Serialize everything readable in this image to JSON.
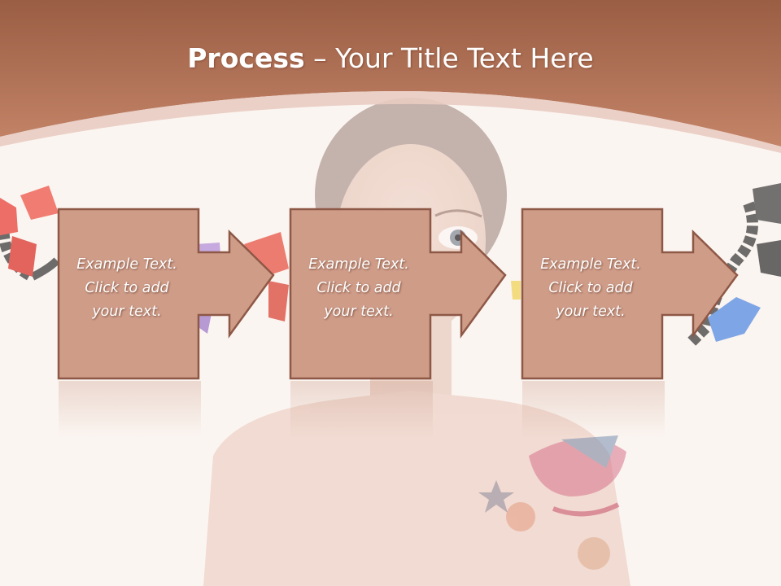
{
  "title": {
    "bold": "Process",
    "rest": " – Your Title Text Here"
  },
  "steps": [
    {
      "line1": "Example Text.",
      "line2": "Click  to add",
      "line3": "your text."
    },
    {
      "line1": "Example Text.",
      "line2": "Click  to add",
      "line3": "your text."
    },
    {
      "line1": "Example Text.",
      "line2": "Click  to add",
      "line3": "your text."
    }
  ],
  "colors": {
    "header": "#b8765a",
    "box_fill": "#cf9c88",
    "box_border": "#8e5846",
    "background": "#fbf5f1"
  },
  "decorations": [
    "ribbon-bows",
    "braided-hair",
    "faded-portrait",
    "shoulder-tattoo"
  ]
}
